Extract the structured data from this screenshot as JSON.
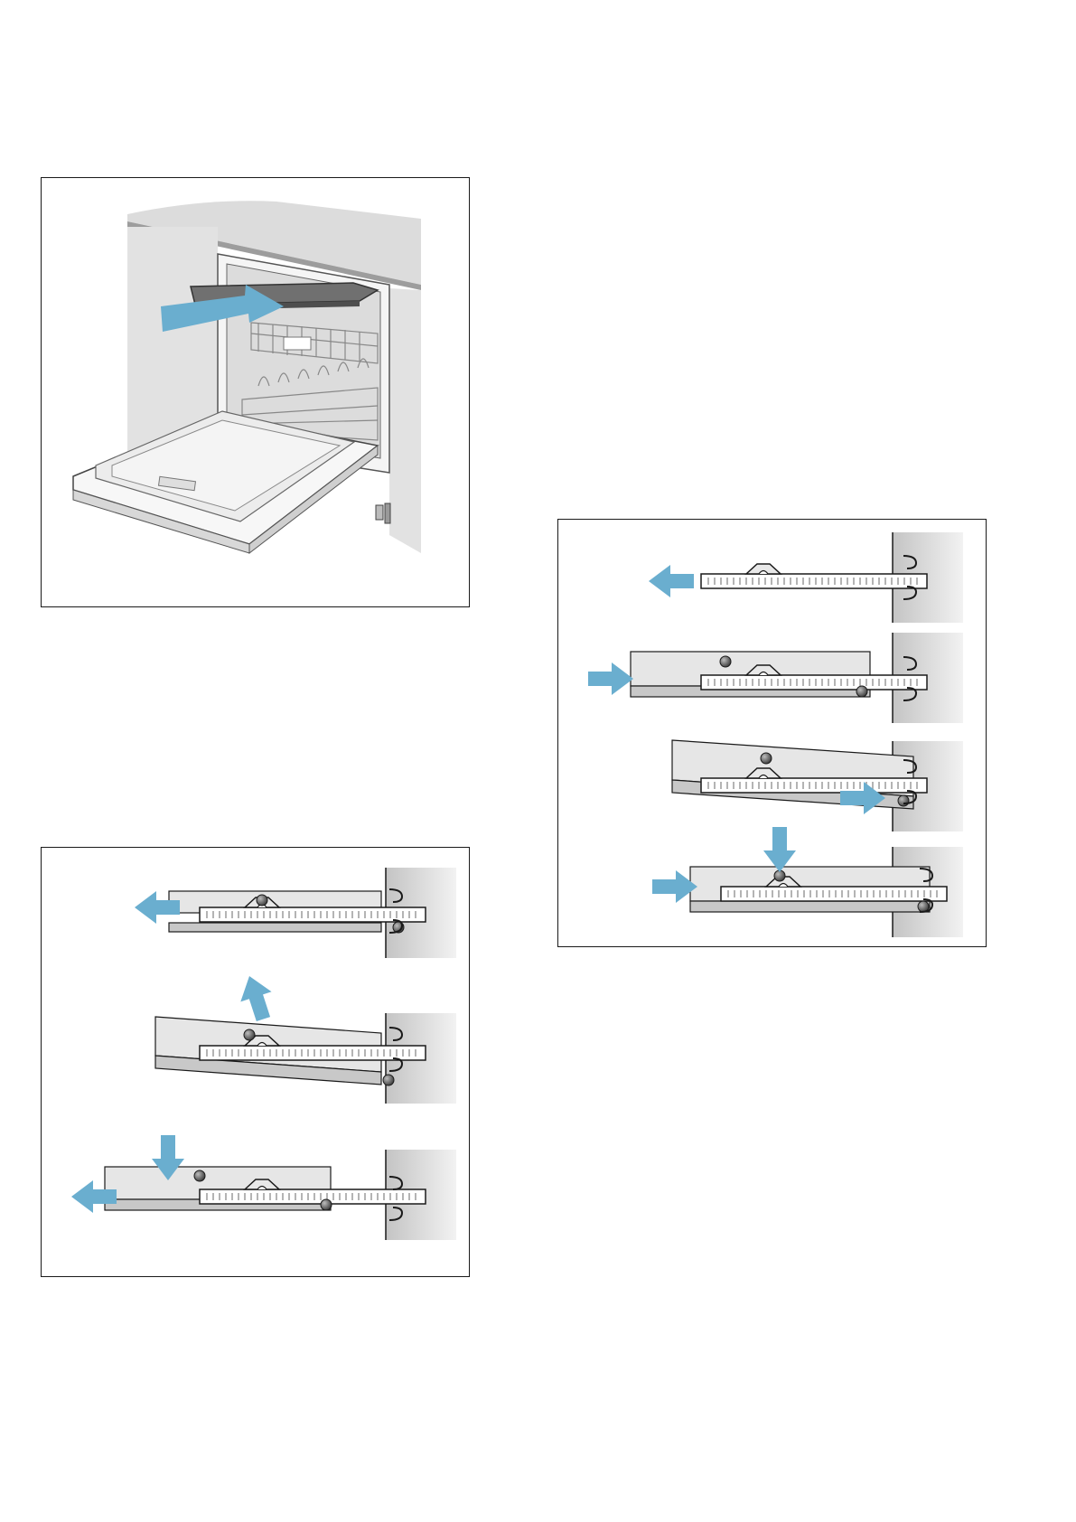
{
  "figures": [
    {
      "id": "dishwasher-top-tray",
      "icons": [
        "dishwasher-icon",
        "arrow-left-icon"
      ]
    },
    {
      "id": "rail-removal-steps",
      "icons": [
        "rail-icon",
        "arrow-left-icon",
        "arrow-up-icon",
        "arrow-down-icon"
      ]
    },
    {
      "id": "rail-insert-steps",
      "icons": [
        "rail-icon",
        "arrow-left-icon",
        "arrow-right-icon",
        "arrow-down-icon"
      ]
    }
  ],
  "colors": {
    "arrow": "#6aaecf",
    "tray": "#e6e6e6",
    "tray_shadow": "#c8c8c8",
    "wall": "#d0d0d0",
    "outline": "#1a1a1a"
  }
}
